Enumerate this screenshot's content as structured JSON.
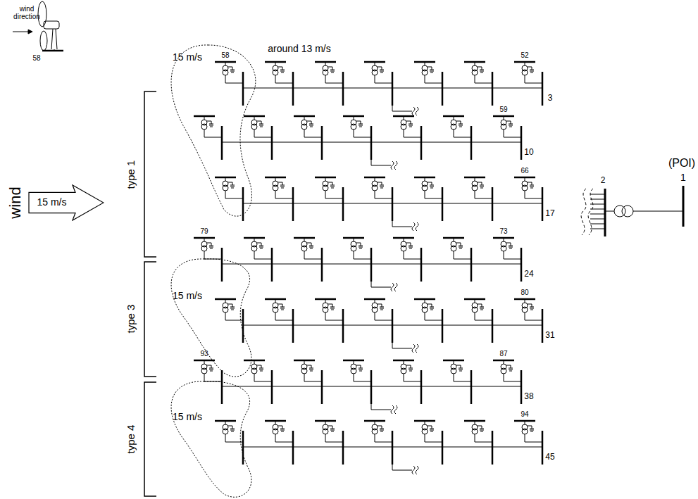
{
  "diagram": {
    "nodes": [
      {
        "text": [
          "15 m/s"
        ]
      }
    ],
    "labels": [
      "wind direction",
      "58",
      "around 13 m/s",
      "15 m/s",
      "58",
      "52",
      "3",
      "59",
      "10",
      "66",
      "17",
      "type 1",
      "79",
      "73",
      "24",
      "80",
      "31",
      "type 3",
      "15 m/s",
      "93",
      "87",
      "38",
      "94",
      "45",
      "type 4",
      "15 m/s",
      "wind",
      "2",
      "1",
      "(POI)"
    ]
  }
}
